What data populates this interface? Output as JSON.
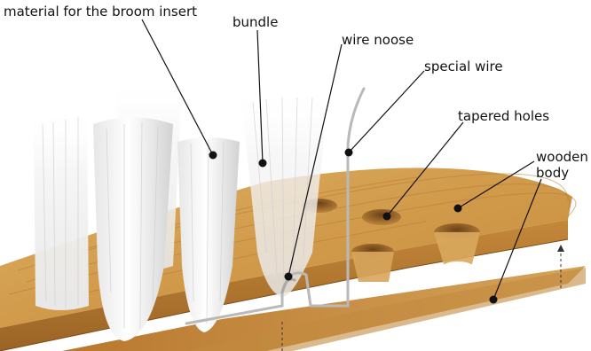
{
  "labels": {
    "material": "material for the broom insert",
    "bundle": "bundle",
    "wire_noose": "wire noose",
    "special_wire": "special wire",
    "tapered_holes": "tapered holes",
    "wooden_body_line1": "wooden",
    "wooden_body_line2": "body"
  },
  "colors": {
    "wood_top": "#d4a052",
    "wood_side": "#b77a2f",
    "wood_dark": "#8a5a20",
    "hole_inner": "#7a5020",
    "bristle": "#f2f2f2",
    "bristle_shade": "#d9d9d9",
    "wire": "#bfbfbf",
    "leader": "#111111"
  }
}
